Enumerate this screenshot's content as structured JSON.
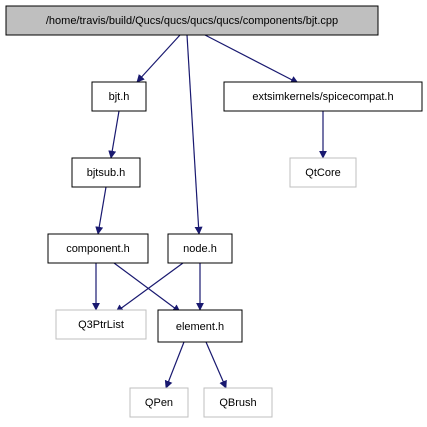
{
  "colors": {
    "background": "#ffffff",
    "root_fill": "#bfbfbf",
    "node_border": "#000000",
    "external_border": "#bfbfbf",
    "edge": "#191970"
  },
  "nodes": {
    "root": {
      "label": "/home/travis/build/Qucs/qucs/qucs/qucs/components/bjt.cpp",
      "kind": "root"
    },
    "bjt_h": {
      "label": "bjt.h",
      "kind": "internal"
    },
    "spicecompat_h": {
      "label": "extsimkernels/spicecompat.h",
      "kind": "internal"
    },
    "bjtsub_h": {
      "label": "bjtsub.h",
      "kind": "internal"
    },
    "qtcore": {
      "label": "QtCore",
      "kind": "external"
    },
    "component_h": {
      "label": "component.h",
      "kind": "internal"
    },
    "node_h": {
      "label": "node.h",
      "kind": "internal"
    },
    "q3ptrlist": {
      "label": "Q3PtrList",
      "kind": "external"
    },
    "element_h": {
      "label": "element.h",
      "kind": "internal"
    },
    "qpen": {
      "label": "QPen",
      "kind": "external"
    },
    "qbrush": {
      "label": "QBrush",
      "kind": "external"
    }
  },
  "edges": [
    {
      "from": "root",
      "to": "bjt_h"
    },
    {
      "from": "root",
      "to": "node_h"
    },
    {
      "from": "root",
      "to": "spicecompat_h"
    },
    {
      "from": "bjt_h",
      "to": "bjtsub_h"
    },
    {
      "from": "spicecompat_h",
      "to": "qtcore"
    },
    {
      "from": "bjtsub_h",
      "to": "component_h"
    },
    {
      "from": "component_h",
      "to": "q3ptrlist"
    },
    {
      "from": "component_h",
      "to": "element_h"
    },
    {
      "from": "node_h",
      "to": "q3ptrlist"
    },
    {
      "from": "node_h",
      "to": "element_h"
    },
    {
      "from": "element_h",
      "to": "qpen"
    },
    {
      "from": "element_h",
      "to": "qbrush"
    }
  ]
}
